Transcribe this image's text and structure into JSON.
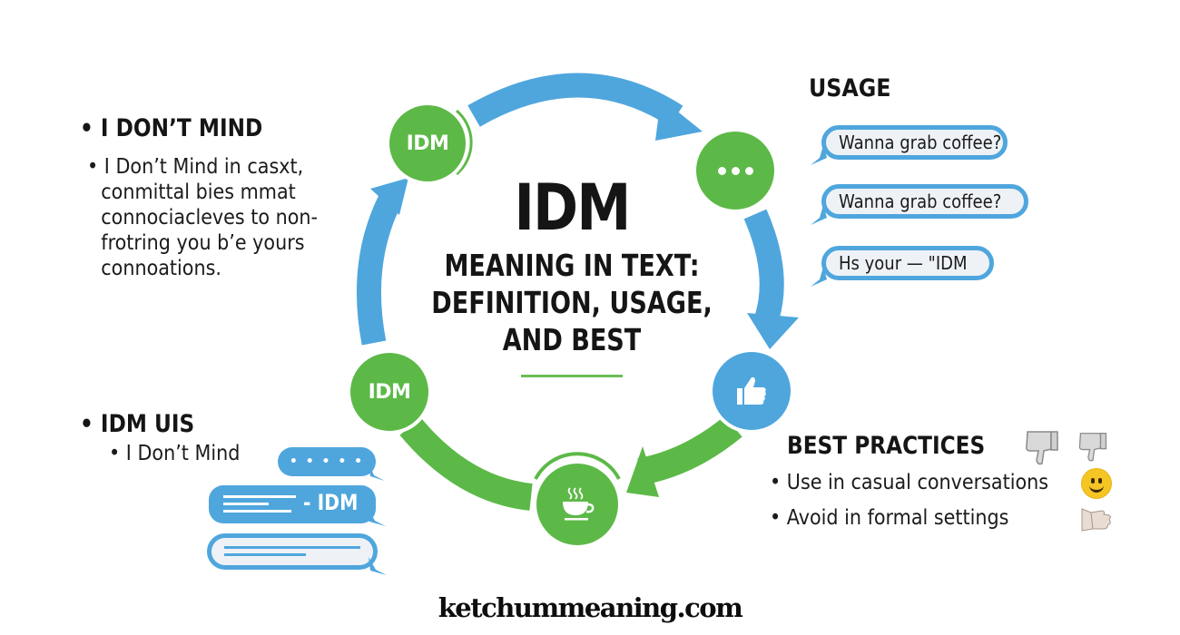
{
  "title": {
    "main": "IDM",
    "sub_lines": [
      "MEANING IN TEXT:",
      "DEFINITION, USAGE,",
      "AND BEST"
    ]
  },
  "cycle_nodes": [
    {
      "id": "idm-top",
      "label": "IDM",
      "color": "#5cb947"
    },
    {
      "id": "dots",
      "label": "•••",
      "color": "#5cb947"
    },
    {
      "id": "thumbs-up",
      "icon": "thumbs-up-icon",
      "color": "#4fa6dd"
    },
    {
      "id": "coffee",
      "icon": "coffee-cup-icon",
      "color": "#5cb947"
    },
    {
      "id": "idm-left",
      "label": "IDM",
      "color": "#5cb947"
    }
  ],
  "definition": {
    "heading": "• I DON’T MIND",
    "bullet": "•",
    "lines": [
      "I Don’t Mind in casxt,",
      "conmittal bies mmat",
      "connociacleves to non-",
      "frotring you b’e yours",
      "connoations."
    ]
  },
  "idm_uis": {
    "heading": "• IDM UIS",
    "item": "• I Don’t Mind",
    "chat_labels": {
      "dots": "• • • • •",
      "idm": "- IDM"
    }
  },
  "usage": {
    "heading": "USAGE",
    "bubbles": [
      "Wanna grab coffee?",
      "Wanna grab coffee?",
      "Hs your — \"IDM"
    ]
  },
  "best_practices": {
    "heading": "BEST PRACTICES",
    "items": [
      {
        "text": "• Use in casual conversations",
        "icon": "smiley-face-icon"
      },
      {
        "text": "• Avoid in formal settings",
        "icon": "hand-icon"
      }
    ],
    "header_icons": [
      "thumbs-down-icon",
      "thumbs-down-icon"
    ]
  },
  "colors": {
    "green": "#5cb947",
    "blue": "#4fa6dd",
    "bubble_fill": "#eef2f6",
    "text": "#151515"
  },
  "footer": {
    "site": "ketchummeaning.com"
  }
}
